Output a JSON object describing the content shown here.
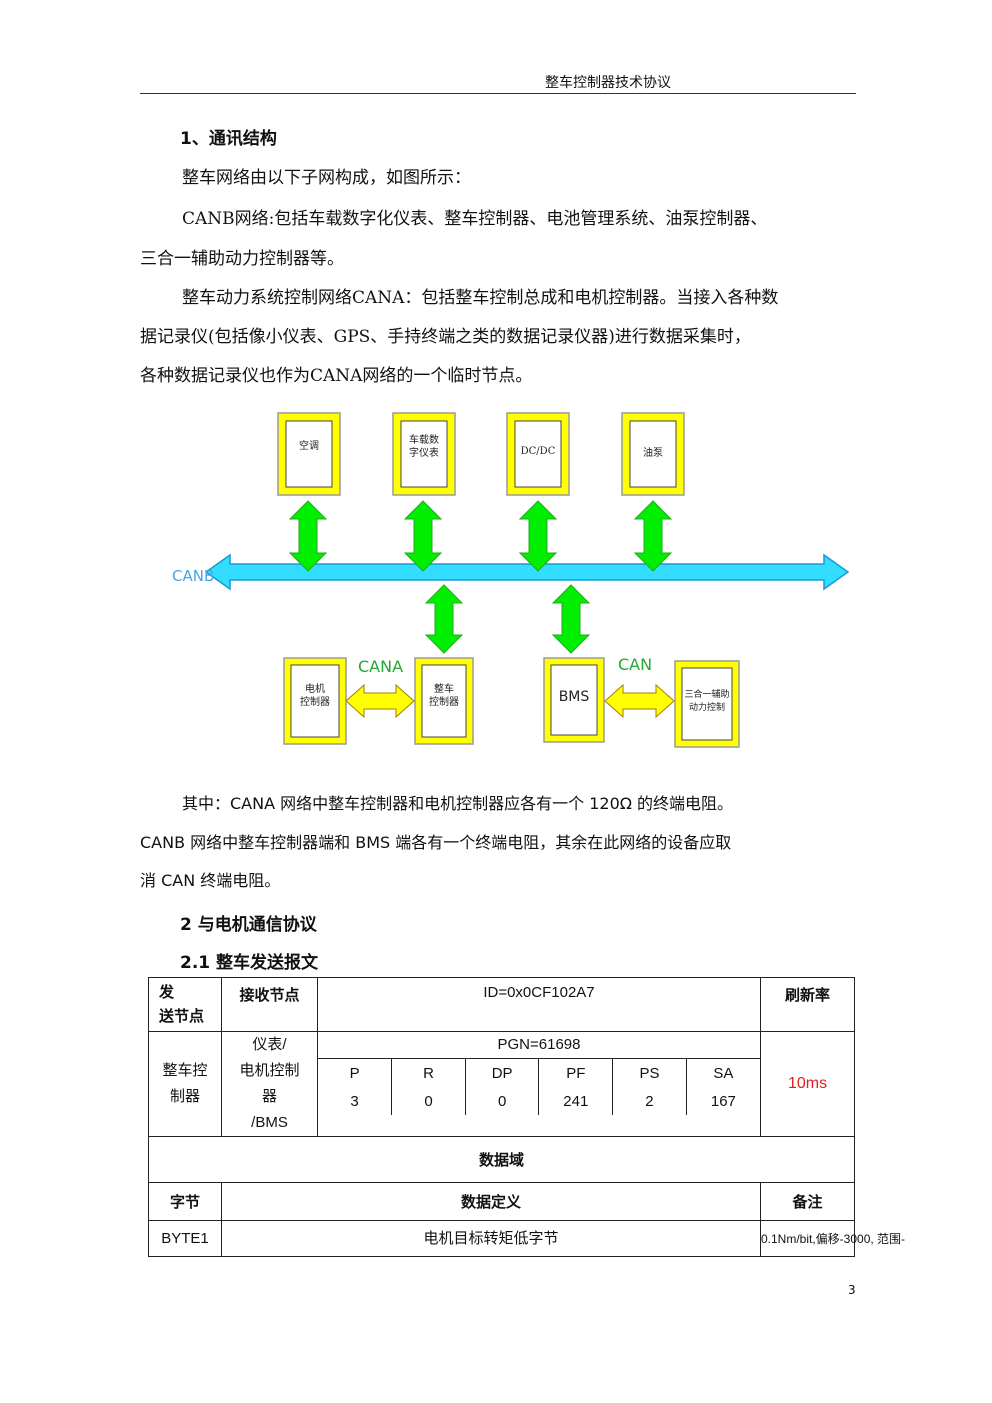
{
  "header": {
    "title": "整车控制器技术协议"
  },
  "section1": {
    "heading": "1、通讯结构",
    "p1": "整车网络由以下子网构成，如图所示：",
    "p2_line1": "CANB网络:包括车载数字化仪表、整车控制器、电池管理系统、油泵控制器、",
    "p2_line2": "三合一辅助动力控制器等。",
    "p3_line1": "整车动力系统控制网络CANA：包括整车控制总成和电机控制器。当接入各种数",
    "p3_line2": "据记录仪(包括像小仪表、GPS、手持终端之类的数据记录仪器)进行数据采集时，",
    "p3_line3": "各种数据记录仪也作为CANA网络的一个临时节点。"
  },
  "diagram": {
    "bus_label": "CANB",
    "top_nodes": [
      {
        "label": "空调"
      },
      {
        "label": "车载数\n字仪表"
      },
      {
        "label": "DC/DC"
      },
      {
        "label": "油泵"
      }
    ],
    "bottom_nodes": [
      {
        "label": "电机\n控制器"
      },
      {
        "label": "整车\n控制器"
      },
      {
        "label": "BMS"
      },
      {
        "label": "三合一辅助\n动力控制"
      }
    ],
    "link_left": "CANA",
    "link_right": "CAN",
    "colors": {
      "box_fill": "#ffff00",
      "box_border": "#9a9a9a",
      "arrow_green": "#00ee00",
      "bus_cyan": "#33ddff"
    }
  },
  "notes": {
    "line1": "其中：CANA 网络中整车控制器和电机控制器应各有一个 120Ω 的终端电阻。",
    "line2": "CANB 网络中整车控制器端和 BMS 端各有一个终端电阻，其余在此网络的设备应取",
    "line3": "消 CAN 终端电阻。"
  },
  "section2": {
    "heading": "2  与电机通信协议",
    "sub_heading": "2.1  整车发送报文"
  },
  "table": {
    "h_sender": "发\n送节点",
    "h_receiver": "接收节点",
    "h_id": "ID=0x0CF102A7",
    "h_refresh": "刷新率",
    "sender": "整车控\n制器",
    "receiver": "仪表/\n电机控制\n器\n/BMS",
    "pgn": "PGN=61698",
    "fields": [
      "P",
      "R",
      "DP",
      "PF",
      "PS",
      "SA"
    ],
    "values": [
      "3",
      "0",
      "0",
      "241",
      "2",
      "167"
    ],
    "refresh": "10ms",
    "data_field": "数据域",
    "col_byte": "字节",
    "col_def": "数据定义",
    "col_note": "备注",
    "row1": {
      "byte": "BYTE1",
      "def": "电机目标转矩低字节",
      "note": "0.1Nm/bit,偏移-3000, 范围-"
    }
  },
  "page_number": "3"
}
